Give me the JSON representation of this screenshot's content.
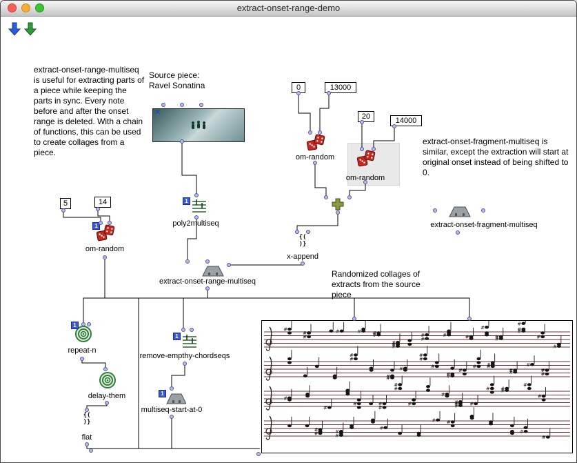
{
  "window": {
    "title": "extract-onset-range-demo"
  },
  "comments": {
    "description": "extract-onset-range-multiseq is useful for extracting parts of a piece while keeping the parts in sync. Every note before and after the onset range is deleted. With a chain of functions, this can be used to create collages from a piece.",
    "source_piece": "Source piece:\nRavel Sonatina",
    "fragment_note": "extract-onset-fragment-multiseq is similar, except the extraction will start at original onset instead of being shifted to 0.",
    "collages_note": "Randomized collages of extracts from the source piece"
  },
  "number_boxes": {
    "onset_start": "0",
    "onset_end": "13000",
    "count": "20",
    "range_end": "14000",
    "rand_low": "5",
    "rand_high": "14"
  },
  "nodes": {
    "om_random_top": "om-random",
    "om_random_right": "om-random",
    "om_random_left": "om-random",
    "poly2multiseq": "poly2multiseq",
    "x_append": "x-append",
    "extract_onset_range": "extract-onset-range-multiseq",
    "extract_onset_fragment": "extract-onset-fragment-multiseq",
    "repeat_n": "repeat-n",
    "delay_them": "delay-them",
    "remove_empthy": "remove-empthy-chordseqs",
    "multiseq_start": "multiseq-start-at-0",
    "flat": "flat"
  },
  "icons": {
    "one_badge": "1",
    "list_top": "{(",
    "list_bottom": ")}",
    "x_marker": "✕"
  },
  "colors": {
    "dice_red": "#c42820",
    "plus_green": "#8a9a40",
    "loop_green": "#2e7d3a",
    "badge_blue": "#3a57d0",
    "staff_line": "#6b2f2f",
    "dot_fill": "#b9bde6",
    "dot_border": "#50549a",
    "maquette_dark": "#39585c",
    "maquette_light": "#6d9094"
  },
  "score": {
    "staves": 4
  }
}
